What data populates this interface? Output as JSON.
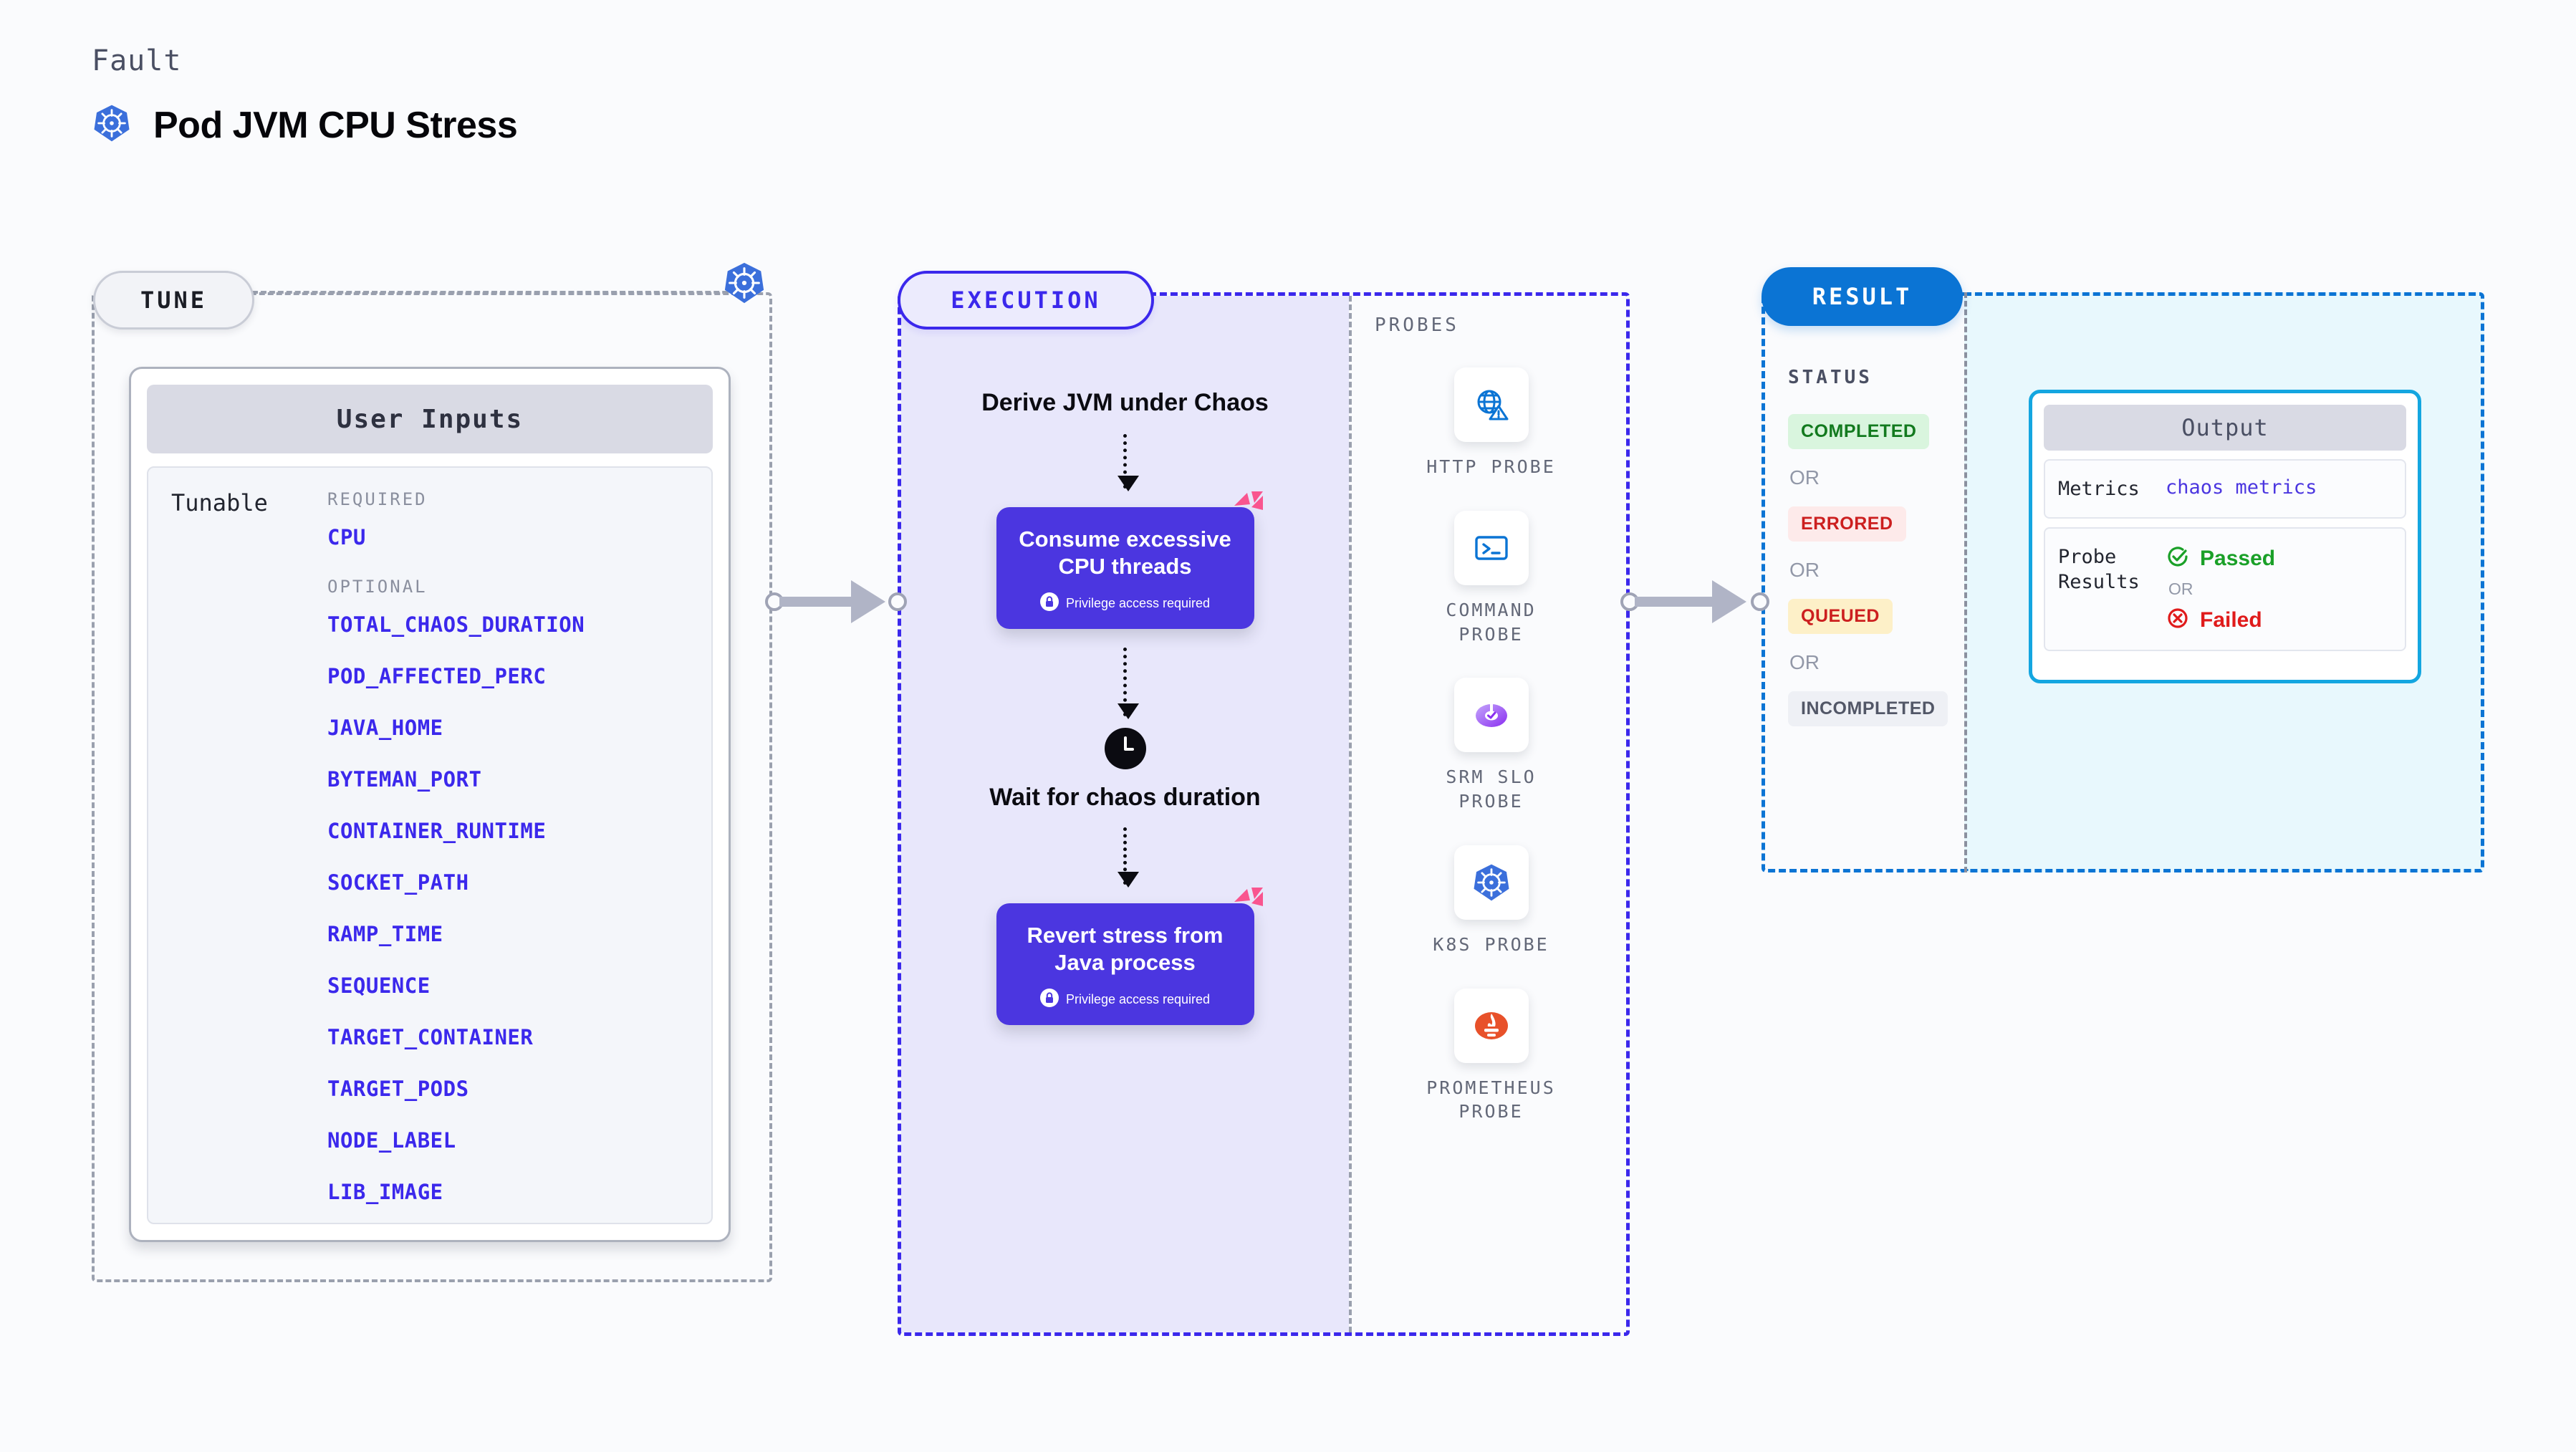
{
  "header": {
    "kicker": "Fault",
    "title": "Pod JVM CPU Stress",
    "icon": "kubernetes-icon"
  },
  "tune": {
    "pill_label": "TUNE",
    "badge_icon": "kubernetes-icon",
    "card_title": "User Inputs",
    "tunable_label": "Tunable",
    "required_label": "REQUIRED",
    "optional_label": "OPTIONAL",
    "required": [
      "CPU"
    ],
    "optional": [
      "TOTAL_CHAOS_DURATION",
      "POD_AFFECTED_PERC",
      "JAVA_HOME",
      "BYTEMAN_PORT",
      "CONTAINER_RUNTIME",
      "SOCKET_PATH",
      "RAMP_TIME",
      "SEQUENCE",
      "TARGET_CONTAINER",
      "TARGET_PODS",
      "NODE_LABEL",
      "LIB_IMAGE"
    ]
  },
  "execution": {
    "pill_label": "EXECUTION",
    "steps": [
      {
        "type": "text",
        "label": "Derive JVM under Chaos"
      },
      {
        "type": "node",
        "label": "Consume excessive CPU threads",
        "note": "Privilege access required",
        "badge": "litmus-chaos-icon"
      },
      {
        "type": "wait",
        "label": "Wait for chaos duration",
        "icon": "clock-icon"
      },
      {
        "type": "node",
        "label": "Revert stress from Java process",
        "note": "Privilege access required",
        "badge": "litmus-chaos-icon"
      }
    ],
    "probes_title": "PROBES",
    "probes": [
      {
        "label": "HTTP PROBE",
        "icon": "globe-warning-icon"
      },
      {
        "label": "COMMAND PROBE",
        "icon": "terminal-icon"
      },
      {
        "label": "SRM SLO PROBE",
        "icon": "slo-donut-icon"
      },
      {
        "label": "K8S PROBE",
        "icon": "kubernetes-icon"
      },
      {
        "label": "PROMETHEUS PROBE",
        "icon": "prometheus-icon"
      }
    ]
  },
  "result": {
    "pill_label": "RESULT",
    "status_title": "STATUS",
    "or_label": "OR",
    "statuses": [
      {
        "label": "COMPLETED",
        "bg": "#d9f5de",
        "fg": "#137a1f"
      },
      {
        "label": "ERRORED",
        "bg": "#fdeaea",
        "fg": "#cc1f1f"
      },
      {
        "label": "QUEUED",
        "bg": "#fdf0c8",
        "fg": "#cc1f1f"
      },
      {
        "label": "INCOMPLETED",
        "bg": "#eef0f5",
        "fg": "#525767"
      }
    ],
    "output": {
      "title": "Output",
      "metrics_key": "Metrics",
      "metrics_value": "chaos metrics",
      "probe_key": "Probe Results",
      "passed_label": "Passed",
      "failed_label": "Failed",
      "or_label": "OR",
      "passed_icon": "check-circle-icon",
      "failed_icon": "x-circle-icon"
    }
  },
  "colors": {
    "accent_purple": "#3b28ec",
    "node_purple": "#4b36e0",
    "result_blue": "#0b74d4",
    "output_cyan": "#14a6e0",
    "litmus_pink": "#f9558f",
    "k8s_blue": "#3b6fdb",
    "passed_green": "#1aa028",
    "failed_red": "#e01b1b"
  }
}
